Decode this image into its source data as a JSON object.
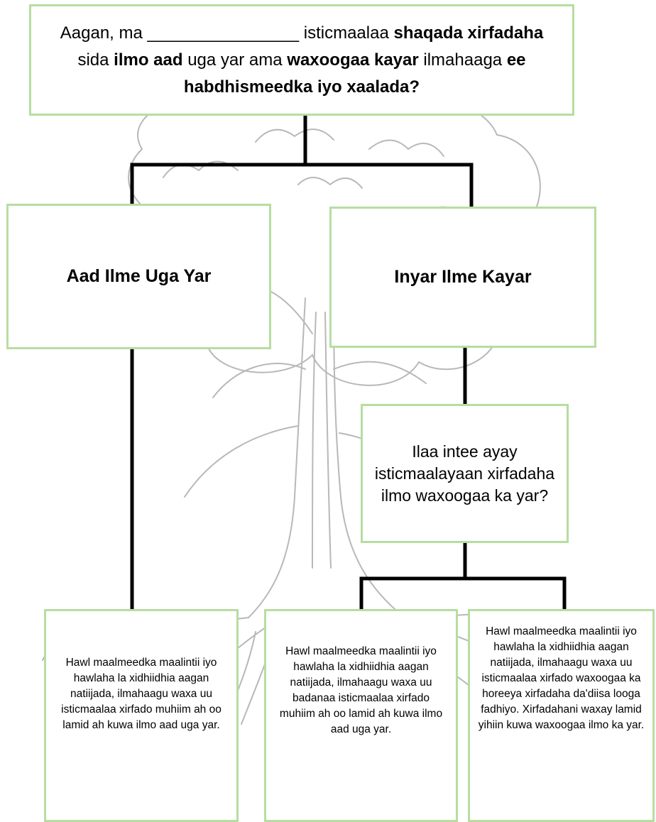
{
  "question": {
    "line1_prefix": "Aagan, ma",
    "blank": "________________",
    "line1_suffix": "isticmaalaa",
    "bold1": "shaqada xirfadaha",
    "mid1": "sida",
    "bold2": "ilmo aad",
    "mid2": "uga yar ama",
    "bold3": "waxoogaa kayar",
    "mid3": "ilmahaaga",
    "bold4": "ee habdhismeedka iyo xaalada?"
  },
  "branches": {
    "left_title": "Aad Ilme Uga Yar",
    "right_title": "Inyar Ilme Kayar"
  },
  "follow_up": {
    "text": "Ilaa intee ayay isticmaalayaan xirfadaha ilmo waxoogaa ka yar?"
  },
  "answers": [
    {
      "text": "Hawl maalmeedka maalintii iyo hawlaha la xidhiidhia aagan natiijada, ilmahaagu waxa uu isticmaalaa xirfado muhiim ah oo lamid ah kuwa ilmo aad uga yar."
    },
    {
      "text": "Hawl maalmeedka maalintii iyo hawlaha la xidhiidhia aagan natiijada, ilmahaagu waxa uu badanaa isticmaalaa xirfado muhiim ah oo lamid ah kuwa ilmo aad uga yar."
    },
    {
      "text": "Hawl maalmeedka maalintii iyo hawlaha la xidhiidhia aagan natiijada, ilmahaagu waxa uu isticmaalaa xirfado waxoogaa ka horeeya xirfadaha da'diisa looga fadhiyo. Xirfadahani waxay lamid yihiin kuwa waxoogaa ilmo ka yar."
    }
  ],
  "colors": {
    "box_border": "#b7dda0",
    "connector": "#000000",
    "tree_line": "#b3b3b3"
  }
}
